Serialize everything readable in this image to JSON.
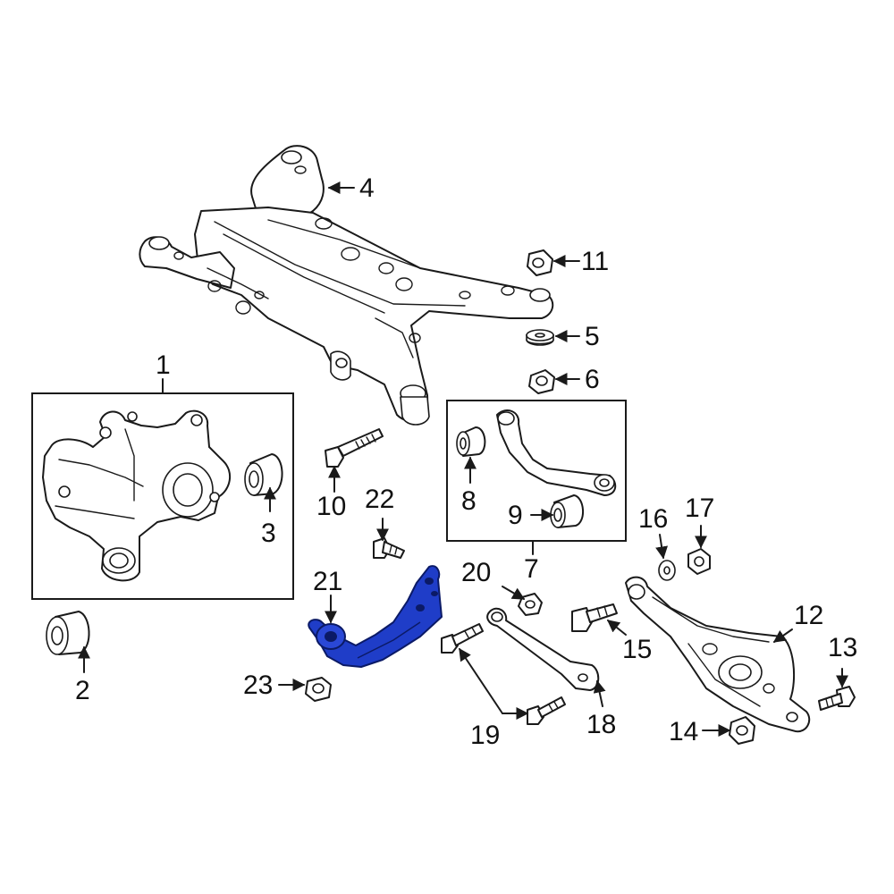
{
  "colors": {
    "line": "#1a1a1a",
    "highlight": "#1f3dc8",
    "highlight_dark": "#0b1a66",
    "background": "#ffffff"
  },
  "callouts": {
    "c1": "1",
    "c2": "2",
    "c3": "3",
    "c4": "4",
    "c5": "5",
    "c6": "6",
    "c7": "7",
    "c8": "8",
    "c9": "9",
    "c10": "10",
    "c11": "11",
    "c12": "12",
    "c13": "13",
    "c14": "14",
    "c15": "15",
    "c16": "16",
    "c17": "17",
    "c18": "18",
    "c19": "19",
    "c20": "20",
    "c21": "21",
    "c22": "22",
    "c23": "23"
  },
  "highlighted_part": "21"
}
